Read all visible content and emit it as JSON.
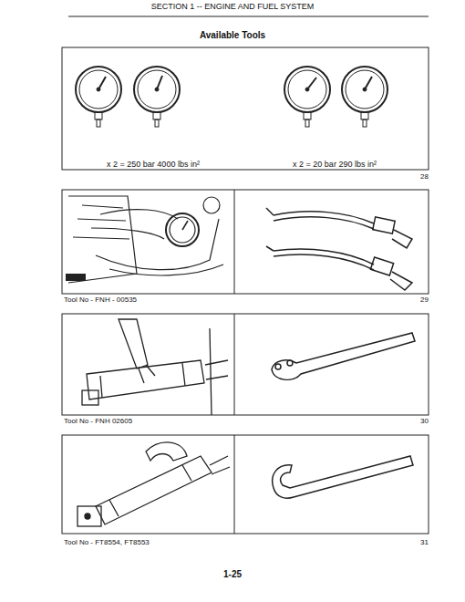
{
  "diagram": {
    "title": "Available Tools",
    "labels": [
      "SECTION 1 -- ENGINE AND FUEL SYSTEM",
      "x 2 = 250 bar 4000 lbs in²",
      "x 2 = 20 bar 290 lbs in²",
      "28",
      "Tool No - FNH - 00535",
      "29",
      "Tool No - FNH 02605",
      "30",
      "Tool No - FT8554, FT8553",
      "31",
      "1-25"
    ]
  }
}
